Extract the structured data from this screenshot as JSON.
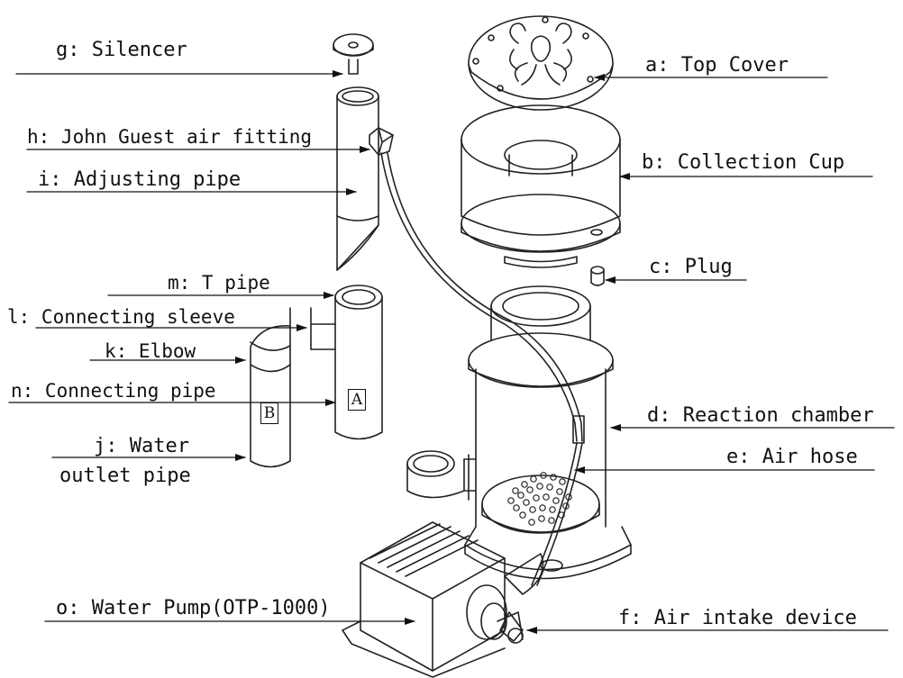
{
  "labels": {
    "a": "a: Top Cover",
    "b": "b: Collection Cup",
    "c": "c: Plug",
    "d": "d: Reaction chamber",
    "e": "e: Air hose",
    "f": "f: Air intake device",
    "g": "g: Silencer",
    "h": "h: John Guest air fitting",
    "i": "i:  Adjusting pipe",
    "j_line1": "j:  Water",
    "j_line2": "outlet pipe",
    "k": "k: Elbow",
    "l": "l: Connecting sleeve",
    "m": "m: T pipe",
    "n": "n: Connecting pipe",
    "o": "o: Water Pump(OTP-1000)"
  },
  "markers": {
    "A": "A",
    "B": "B"
  }
}
